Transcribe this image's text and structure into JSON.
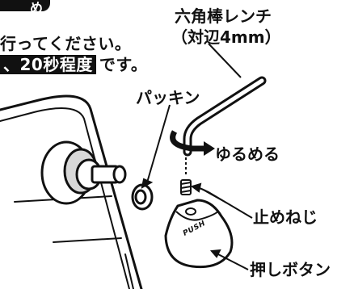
{
  "header": {
    "tab_text": "め"
  },
  "instructions": {
    "line1": "行ってください。",
    "line2_highlight": "、20秒程度",
    "line2_suffix": "です。"
  },
  "labels": {
    "wrench_line1": "六角棒レンチ",
    "wrench_line2": "（対辺4mm）",
    "packing": "パッキン",
    "loosen": "ゆるめる",
    "set_screw": "止めねじ",
    "push_button": "押しボタン",
    "push_mark": "PUSH"
  },
  "icons": [
    "hex-wrench-icon",
    "rotation-arrow-icon",
    "set-screw-icon",
    "packing-ring-icon",
    "push-button-icon"
  ],
  "colors": {
    "ink": "#111111",
    "background": "#ffffff"
  }
}
